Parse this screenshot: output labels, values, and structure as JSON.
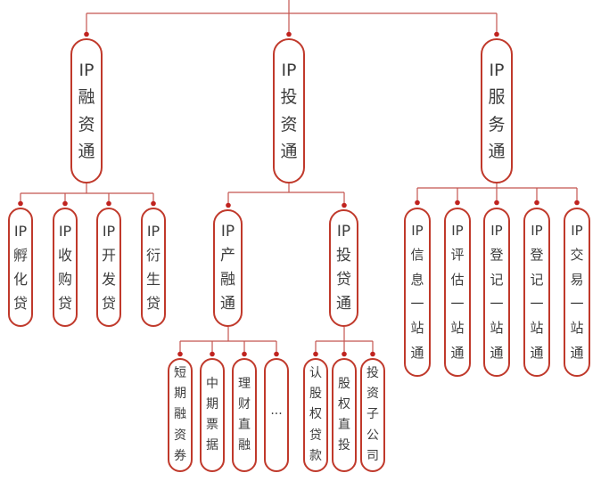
{
  "colors": {
    "accent": "#c0392b",
    "line": "#c4554f",
    "dot": "#c0231f",
    "text": "#3d3d3d",
    "bg": "#ffffff"
  },
  "tree": {
    "level1": [
      "IP融资通",
      "IP投资通",
      "IP服务通"
    ],
    "financing_children": [
      "IP孵化贷",
      "IP收购贷",
      "IP开发贷",
      "IP衍生贷"
    ],
    "investment_children": [
      "IP产融通",
      "IP投贷通"
    ],
    "industry_finance_children": [
      "短期融资券",
      "中期票据",
      "理财直融",
      "···"
    ],
    "invest_loan_children": [
      "认股权贷款",
      "股权直投",
      "投资子公司"
    ],
    "service_children": [
      "IP信息一站通",
      "IP评估一站通",
      "IP登记一站通",
      "IP登记一站通",
      "IP交易一站通"
    ]
  }
}
